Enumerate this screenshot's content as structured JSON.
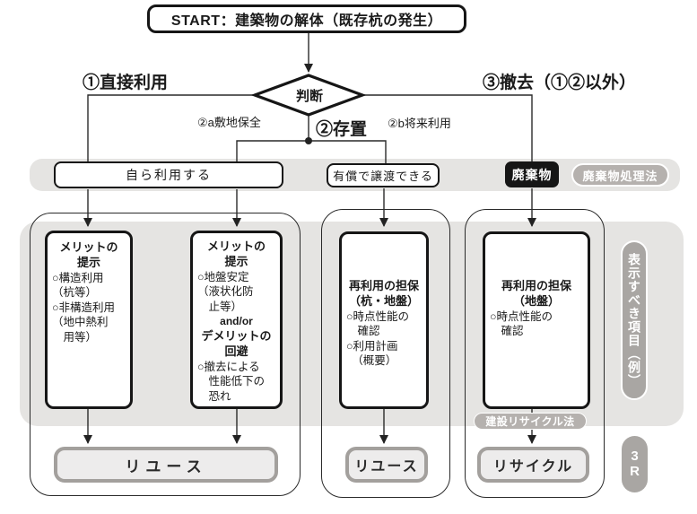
{
  "title": "START：建築物の解体（既存杭の発生）",
  "decision": {
    "label": "判断"
  },
  "branches": {
    "direct_use": "①直接利用",
    "retain": "②存置",
    "retain_site": "②a敷地保全",
    "retain_future": "②b将来利用",
    "removal": "③撤去（①②以外）"
  },
  "band": {
    "self_use": "自ら利用する",
    "paid_transfer": "有償で譲渡できる",
    "waste": "廃棄物",
    "waste_law": "廃棄物処理法"
  },
  "columns": {
    "col1": {
      "heading": "メリットの\n提示",
      "body": "○構造利用\n（杭等）\n○非構造利用\n（地中熱利\n　用等）"
    },
    "col2": {
      "heading": "メリットの\n提示",
      "body": "○地盤安定\n（液状化防\n　止等）",
      "connector": "and/or",
      "heading2": "デメリットの\n回避",
      "body2": "○撤去による\n　性能低下の\n　恐れ"
    },
    "col3": {
      "heading": "再利用の担保\n（杭・地盤）",
      "body": "○時点性能の\n　確認\n○利用計画\n　（概要）"
    },
    "col4": {
      "heading": "再利用の担保\n（地盤）",
      "body": "○時点性能の\n　確認"
    }
  },
  "outcomes": {
    "reuse_left": "リユース",
    "reuse_mid": "リユース",
    "recycle": "リサイクル"
  },
  "side_labels": {
    "display_items": "表示すべき項目（例）",
    "recycle_law": "建設リサイクル法",
    "three_r": "3\nR"
  },
  "colors": {
    "ink": "#1a1a1a",
    "gray_area": "#e5e4e2",
    "pill_dark_gray": "#a9a6a3",
    "pill_gray": "#b5b1ae",
    "outcome_fill": "#edecec",
    "outcome_border": "#a3a09d"
  }
}
